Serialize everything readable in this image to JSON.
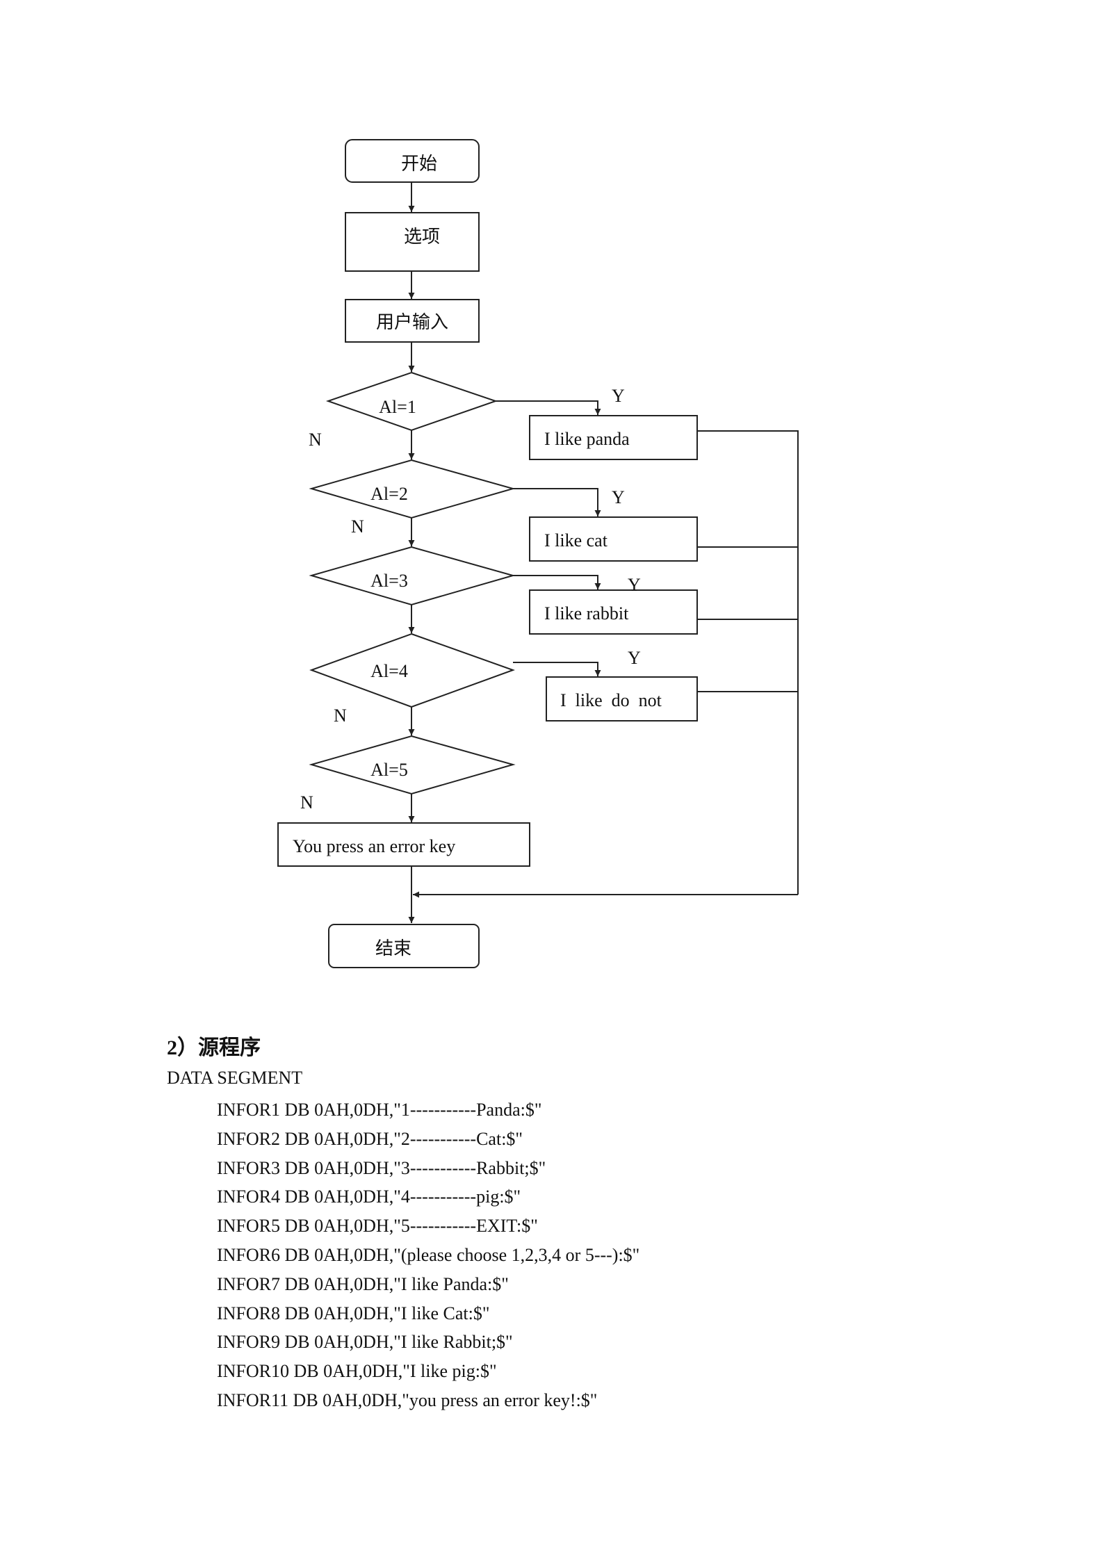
{
  "flowchart": {
    "start": "开始",
    "options": "选项",
    "user_input": "用户输入",
    "decisions": [
      "Al=1",
      "Al=2",
      "Al=3",
      "Al=4",
      "Al=5"
    ],
    "outputs": [
      "I like panda",
      "I like cat",
      "I like rabbit",
      "I  like  do  not"
    ],
    "error_box": "You press an error key",
    "end": "结束",
    "yes_label": "Y",
    "no_label": "N"
  },
  "section": {
    "heading": "2）源程序",
    "data_segment": "DATA SEGMENT",
    "lines": [
      "INFOR1 DB 0AH,0DH,\"1-----------Panda:$\"",
      "INFOR2 DB 0AH,0DH,\"2-----------Cat:$\"",
      "INFOR3 DB 0AH,0DH,\"3-----------Rabbit;$\"",
      "INFOR4 DB 0AH,0DH,\"4-----------pig:$\"",
      "INFOR5 DB 0AH,0DH,\"5-----------EXIT:$\"",
      "INFOR6 DB 0AH,0DH,\"(please choose 1,2,3,4 or 5---):$\"",
      "INFOR7 DB 0AH,0DH,\"I like Panda:$\"",
      "INFOR8 DB 0AH,0DH,\"I like Cat:$\"",
      "INFOR9 DB 0AH,0DH,\"I like Rabbit;$\"",
      "INFOR10 DB 0AH,0DH,\"I like pig:$\"",
      "INFOR11 DB 0AH,0DH,\"you press an error key!:$\""
    ]
  }
}
